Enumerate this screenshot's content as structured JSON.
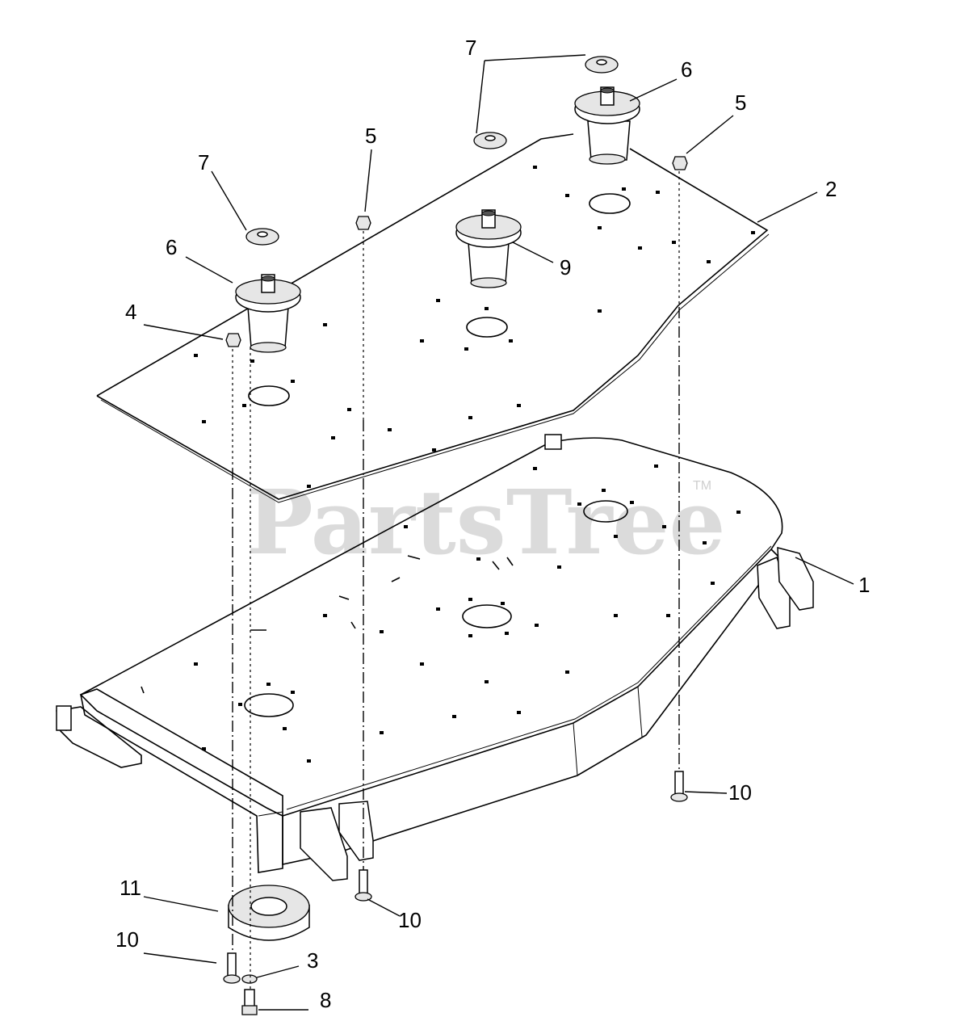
{
  "watermark": {
    "text": "PartsTree",
    "tm": "TM"
  },
  "callouts": [
    {
      "id": "c7a",
      "label": "7"
    },
    {
      "id": "c6a",
      "label": "6"
    },
    {
      "id": "c5a",
      "label": "5"
    },
    {
      "id": "c2",
      "label": "2"
    },
    {
      "id": "c7b",
      "label": "7"
    },
    {
      "id": "c5b",
      "label": "5"
    },
    {
      "id": "c6b",
      "label": "6"
    },
    {
      "id": "c9",
      "label": "9"
    },
    {
      "id": "c4",
      "label": "4"
    },
    {
      "id": "c1",
      "label": "1"
    },
    {
      "id": "c10a",
      "label": "10"
    },
    {
      "id": "c11",
      "label": "11"
    },
    {
      "id": "c10b",
      "label": "10"
    },
    {
      "id": "c10c",
      "label": "10"
    },
    {
      "id": "c3",
      "label": "3"
    },
    {
      "id": "c8",
      "label": "8"
    }
  ]
}
